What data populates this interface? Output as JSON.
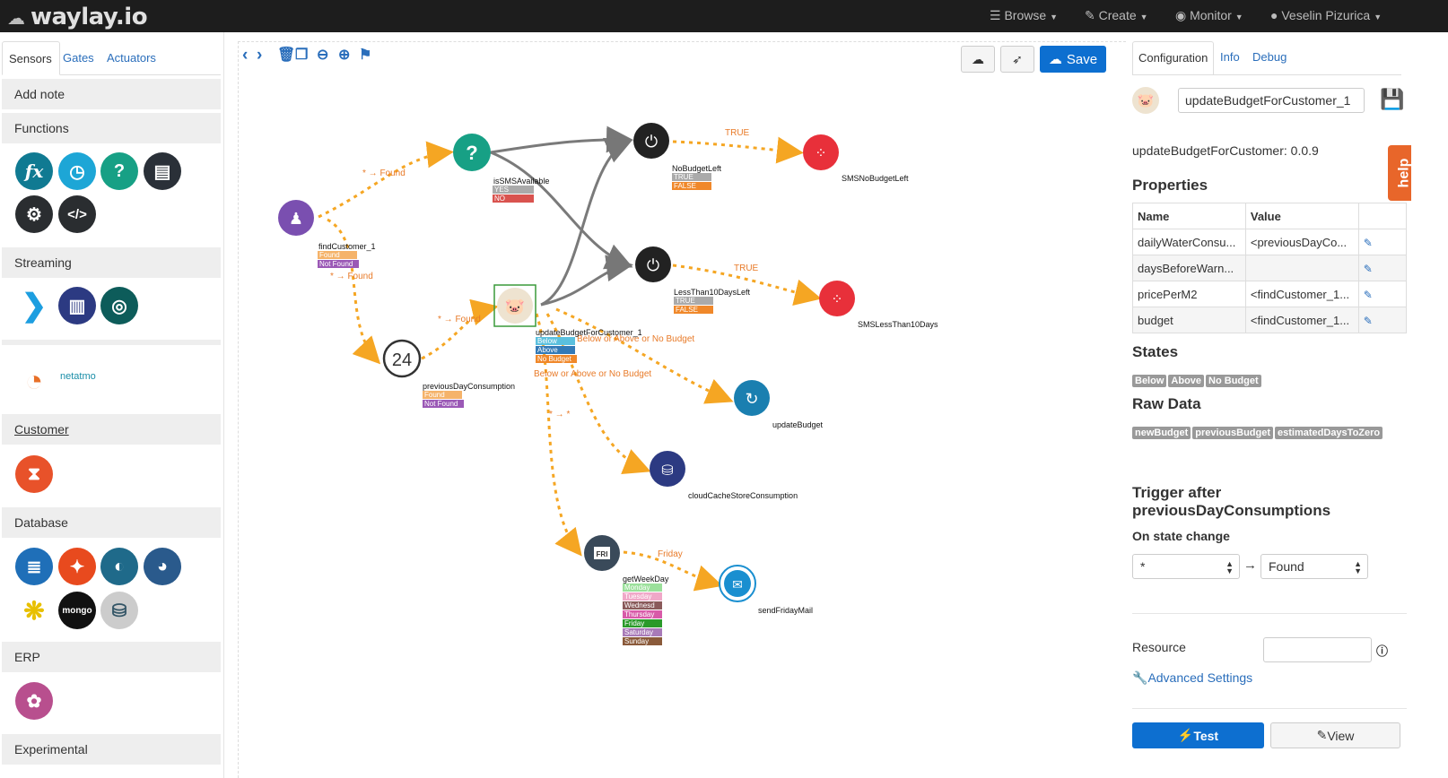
{
  "app": {
    "logo": "waylay.io"
  },
  "nav": {
    "browse": "Browse",
    "create": "Create",
    "monitor": "Monitor",
    "user": "Veselin Pizurica"
  },
  "palette": {
    "tabs": [
      "Sensors",
      "Gates",
      "Actuators"
    ],
    "add_note": "Add note",
    "functions": "Functions",
    "streaming": "Streaming",
    "netatmo": "netatmo",
    "customer": "Customer",
    "database": "Database",
    "erp": "ERP",
    "experimental": "Experimental"
  },
  "toolbar": {
    "save": "Save"
  },
  "canvas": {
    "nodes": {
      "findCustomer": "findCustomer_1",
      "isSMS": "isSMSAvailable",
      "noBudget": "NoBudgetLeft",
      "lessThan": "LessThan10DaysLeft",
      "smsNoBudget": "SMSNoBudgetLeft",
      "smsLess": "SMSLessThan10Days",
      "prevDay": "previousDayConsumption",
      "updateBudgetCustomer": "updateBudgetForCustomer_1",
      "updateBudget": "updateBudget",
      "cloudCache": "cloudCacheStoreConsumption",
      "weekday": "getWeekDay",
      "fridayMail": "sendFridayMail"
    },
    "states": {
      "found": "Found",
      "notFound": "Not Found",
      "yes": "YES",
      "no": "NO",
      "true": "TRUE",
      "false": "FALSE",
      "below": "Below",
      "above": "Above",
      "noBudget": "No Budget",
      "days": [
        "Monday",
        "Tuesday",
        "Wednesd",
        "Thursday",
        "Friday",
        "Saturday",
        "Sunday"
      ]
    },
    "edge_labels": {
      "found1": "* → Found",
      "found2": "* → Found",
      "found3": "* → Found",
      "true1": "TRUE",
      "true2": "TRUE",
      "bab1": "Below or Above or No Budget",
      "bab2": "Below or Above or No Budget",
      "star": "* → *",
      "friday": "Friday"
    },
    "day_num": "24",
    "fri": "FRI"
  },
  "right": {
    "tabs": [
      "Configuration",
      "Info",
      "Debug"
    ],
    "node_name": "updateBudgetForCustomer_1",
    "version": "updateBudgetForCustomer: 0.0.9",
    "properties_title": "Properties",
    "table_header": {
      "name": "Name",
      "value": "Value"
    },
    "properties": [
      {
        "name": "dailyWaterConsu...",
        "value": "<previousDayCo..."
      },
      {
        "name": "daysBeforeWarn...",
        "value": ""
      },
      {
        "name": "pricePerM2",
        "value": "<findCustomer_1..."
      },
      {
        "name": "budget",
        "value": "<findCustomer_1..."
      }
    ],
    "states_title": "States",
    "states": [
      "Below",
      "Above",
      "No Budget"
    ],
    "raw_title": "Raw Data",
    "raw": [
      "newBudget",
      "previousBudget",
      "estimatedDaysToZero"
    ],
    "trigger_title_1": "Trigger after",
    "trigger_title_2": "previousDayConsumptions",
    "on_state_change": "On state change",
    "from_state": "*",
    "arrow": "→",
    "to_state": "Found",
    "resource": "Resource",
    "advanced": "Advanced Settings",
    "help": "help",
    "test": "Test",
    "view": "View"
  }
}
